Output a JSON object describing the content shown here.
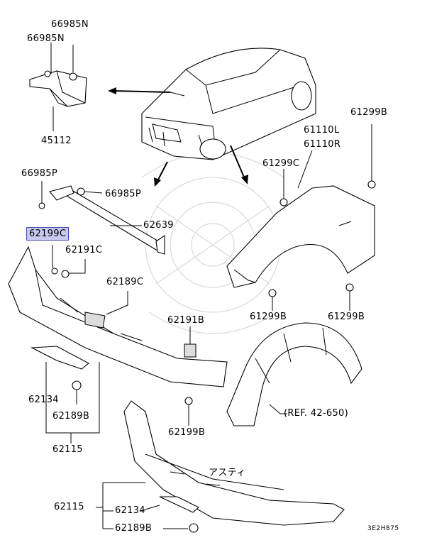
{
  "labels": {
    "l_66985N_a": "66985N",
    "l_66985N_b": "66985N",
    "l_45112": "45112",
    "l_66985P_a": "66985P",
    "l_66985P_b": "66985P",
    "l_62639": "62639",
    "l_62199C": "62199C",
    "l_62191C": "62191C",
    "l_62189C": "62189C",
    "l_62191B": "62191B",
    "l_62134_a": "62134",
    "l_62189B_a": "62189B",
    "l_62115_a": "62115",
    "l_62199B": "62199B",
    "l_61110L": "61110L",
    "l_61110R": "61110R",
    "l_61299B_a": "61299B",
    "l_61299C": "61299C",
    "l_61299B_b": "61299B",
    "l_61299B_c": "61299B",
    "l_ref": "(REF. 42-650)",
    "l_asuti": "アスティ",
    "l_62115_b": "62115",
    "l_62134_b": "62134",
    "l_62189B_b": "62189B",
    "l_code": "3E2H875"
  },
  "highlight": {
    "part": "62199C",
    "color": "#c8c8f0"
  }
}
